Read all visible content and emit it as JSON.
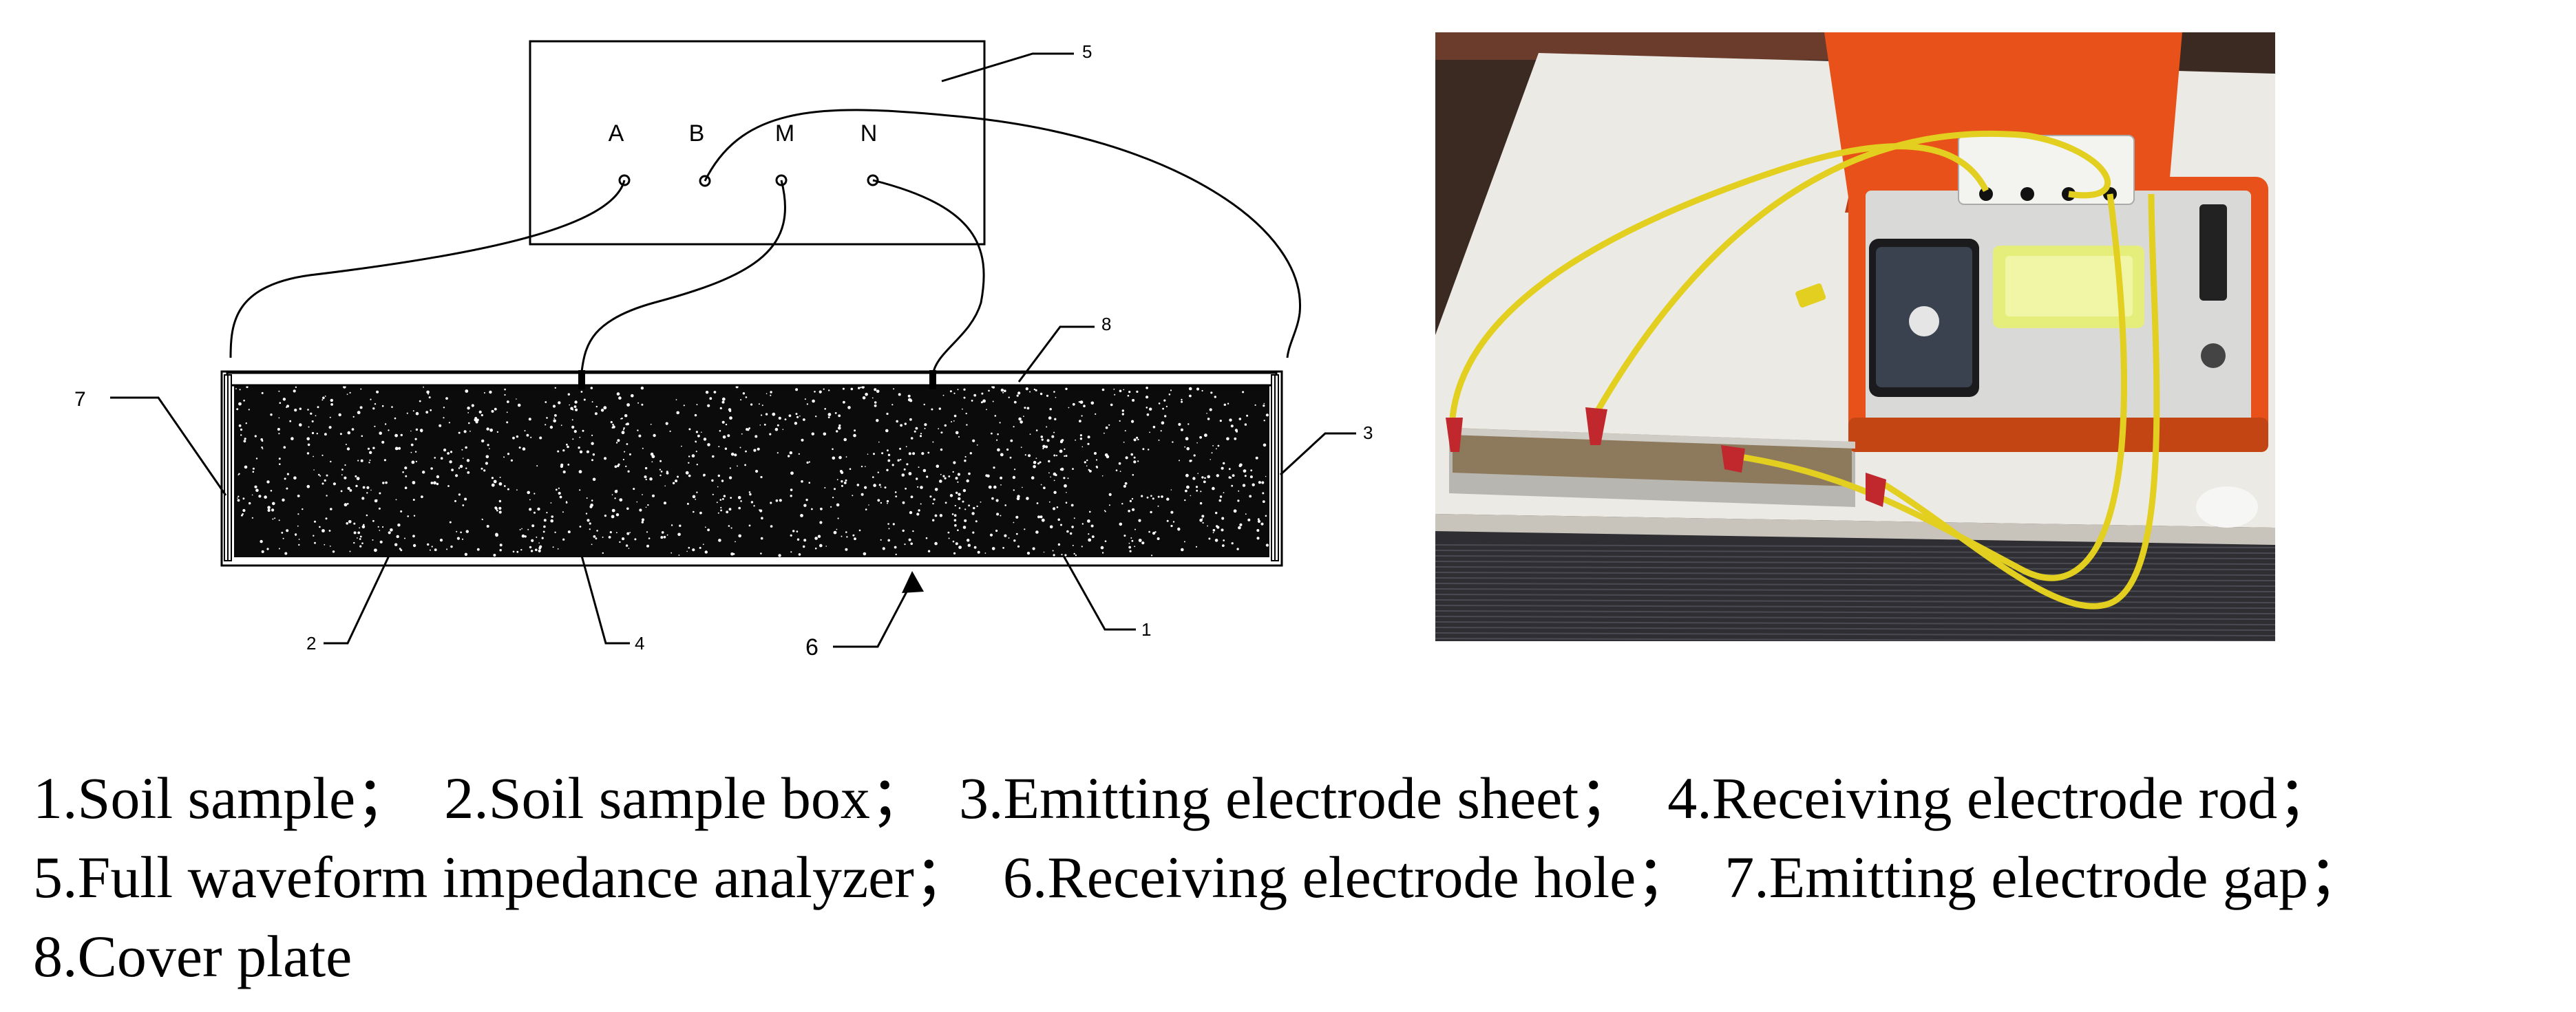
{
  "analyzer": {
    "terminals": [
      {
        "label": "A"
      },
      {
        "label": "B"
      },
      {
        "label": "M"
      },
      {
        "label": "N"
      }
    ]
  },
  "callouts": [
    "1",
    "2",
    "3",
    "4",
    "5",
    "6",
    "7",
    "8"
  ],
  "caption": {
    "line1": [
      "1.Soil sample；",
      "2.Soil sample box；",
      "3.Emitting electrode sheet；",
      "4.Receiving electrode rod；"
    ],
    "line2": [
      "5.Full waveform impedance analyzer；",
      "6.Receiving electrode hole；",
      "7.Emitting electrode gap；"
    ],
    "line3": [
      "8.Cover plate"
    ]
  },
  "colors": {
    "soil": "#0b0b0b",
    "wire_yellow": "#e2cf1f",
    "case_orange": "#e8521a",
    "table_white": "#eceae4"
  }
}
